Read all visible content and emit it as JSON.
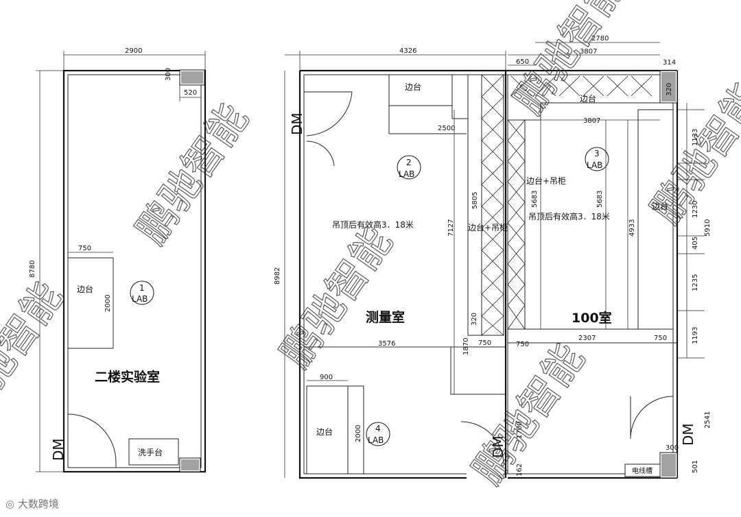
{
  "rooms": {
    "r1": {
      "name": "二楼实验室",
      "label_no": "1",
      "label_lab": "LAB"
    },
    "r2": {
      "name": "测量室",
      "label_no": "2",
      "label_lab": "LAB",
      "ceiling": "吊顶后有效高3．18米"
    },
    "r3": {
      "name": "100室",
      "label_no": "3",
      "label_lab": "LAB",
      "ceiling": "吊顶后有效高3．18米"
    },
    "r4": {
      "label_no": "4",
      "label_lab": "LAB"
    }
  },
  "furniture": {
    "bian_tai": "边台",
    "bian_tai_diao_gui": "边台+吊柜",
    "sink": "洗手台",
    "cable_tray": "电线槽"
  },
  "door_mark": "DM",
  "dims": {
    "d2900": "2900",
    "d300": "300",
    "d520": "520",
    "d8780": "8780",
    "d750": "750",
    "d2000": "2000",
    "d4326": "4326",
    "d2500": "2500",
    "d8982": "8982",
    "d3576": "3576",
    "d900": "900",
    "d1700": "1700",
    "d162": "162",
    "d2780": "2780",
    "d3807": "3807",
    "d314": "314",
    "d650": "650",
    "d5683": "5683",
    "d4933": "4933",
    "d1133": "1133",
    "d1230": "1230",
    "d405": "405",
    "d1235": "1235",
    "d1193": "1193",
    "d2541": "2541",
    "d501": "501",
    "d2307": "2307",
    "d5805": "5805",
    "d7127": "7127",
    "d320": "320",
    "d1870": "1870",
    "d5910": "5910"
  },
  "watermark": "鹏驰智能",
  "footer": "大数跨境"
}
